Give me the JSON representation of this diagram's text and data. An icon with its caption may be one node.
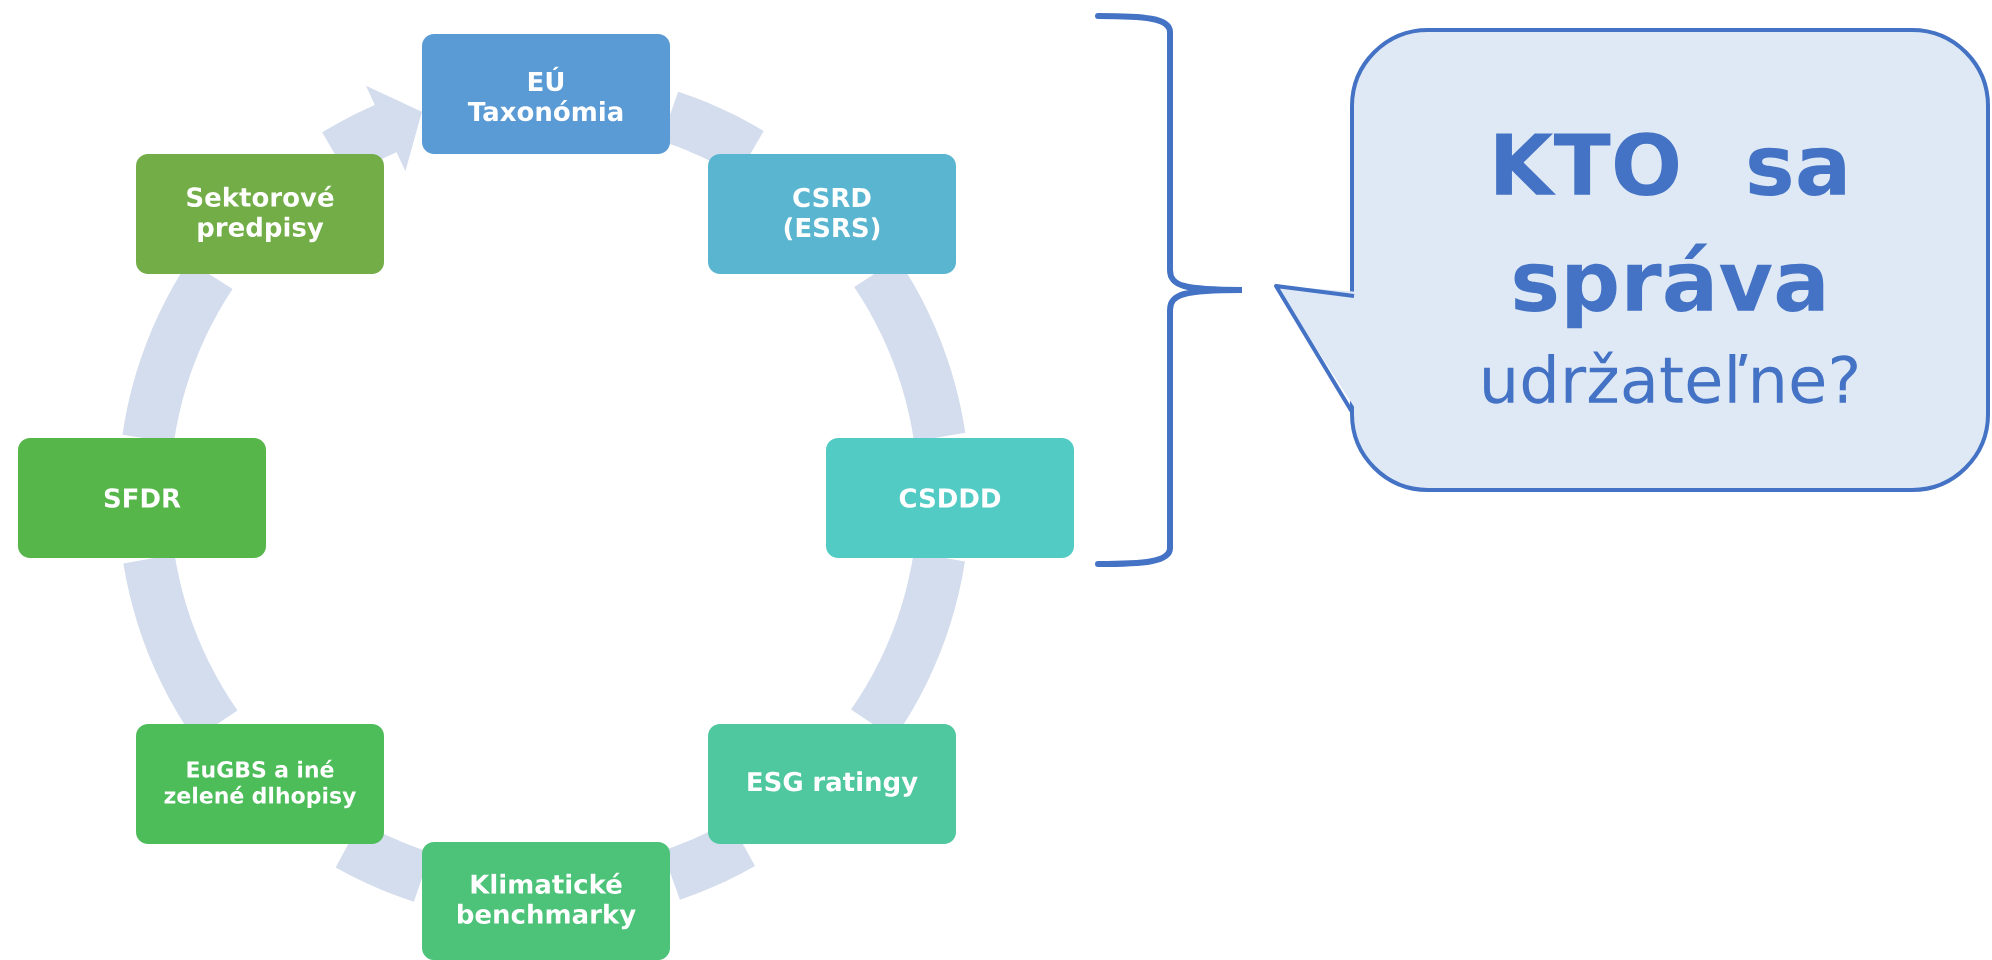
{
  "diagram": {
    "nodes": [
      {
        "text": [
          "EÚ Taxonómia"
        ]
      },
      {
        "text": [
          "CSRD (ESRS)"
        ]
      },
      {
        "text": [
          "CSDDD"
        ]
      },
      {
        "text": [
          "ESG ratingy"
        ]
      },
      {
        "text": [
          "Klimatické benchmarky"
        ]
      },
      {
        "text": [
          "EuGBS a iné zelené dlhopisy"
        ]
      },
      {
        "text": [
          "SFDR"
        ]
      },
      {
        "text": [
          "Sektorové predpisy"
        ]
      },
      {
        "text": [
          "KTO sa správa",
          "udržateľne?"
        ]
      }
    ],
    "edges": [
      {
        "from": 0,
        "to": 1,
        "arrow": "none"
      },
      {
        "from": 1,
        "to": 2,
        "arrow": "none"
      },
      {
        "from": 2,
        "to": 3,
        "arrow": "none"
      },
      {
        "from": 3,
        "to": 4,
        "arrow": "none"
      },
      {
        "from": 4,
        "to": 5,
        "arrow": "none"
      },
      {
        "from": 5,
        "to": 6,
        "arrow": "none"
      },
      {
        "from": 6,
        "to": 7,
        "arrow": "none"
      },
      {
        "from": 7,
        "to": 0,
        "arrow": "to"
      }
    ]
  }
}
